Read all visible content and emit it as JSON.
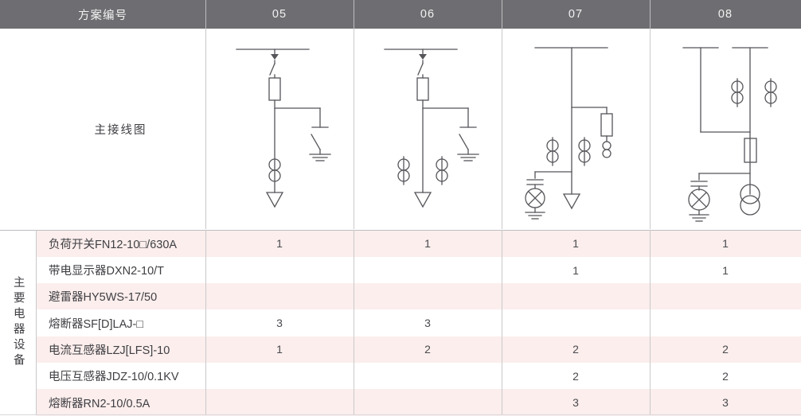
{
  "header": {
    "row_label": "方案编号",
    "columns": [
      "05",
      "06",
      "07",
      "08"
    ],
    "bg_color": "#6e6e72",
    "text_color": "#f2f2f2"
  },
  "diagram_section": {
    "label": "主接线图"
  },
  "side_label": "主要电器设备",
  "equipment_rows": [
    {
      "label": "负荷开关FN12-10□/630A",
      "values": [
        "1",
        "1",
        "1",
        "1"
      ]
    },
    {
      "label": "带电显示器DXN2-10/T",
      "values": [
        "",
        "",
        "1",
        "1"
      ]
    },
    {
      "label": "避雷器HY5WS-17/50",
      "values": [
        "",
        "",
        "",
        ""
      ]
    },
    {
      "label": "熔断器SF[D]LAJ-□",
      "values": [
        "3",
        "3",
        "",
        ""
      ]
    },
    {
      "label": "电流互感器LZJ[LFS]-10",
      "values": [
        "1",
        "2",
        "2",
        "2"
      ]
    },
    {
      "label": "电压互感器JDZ-10/0.1KV",
      "values": [
        "",
        "",
        "2",
        "2"
      ]
    },
    {
      "label": "熔断器RN2-10/0.5A",
      "values": [
        "",
        "",
        "3",
        "3"
      ]
    }
  ],
  "colors": {
    "row_shade": "#fbeeec",
    "row_plain": "#ffffff",
    "grid_line": "#c9c9cc",
    "schematic_stroke": "#55555a",
    "text": "#3f3f44"
  },
  "schematics": {
    "05": "busbar, load-break switch, fuse, one current transformer, outgoing arrow, earthing switch branch",
    "06": "busbar, load-break switch, fuse, two current transformers, outgoing arrow, earthing switch branch",
    "07": "busbar, two current transformers, fuse branch with small transformer, voltage transformer with arrester and ground, outgoing arrow",
    "08": "two busbar stubs, two current transformers, fuse, voltage transformer with arrester and ground, transformer coils"
  }
}
